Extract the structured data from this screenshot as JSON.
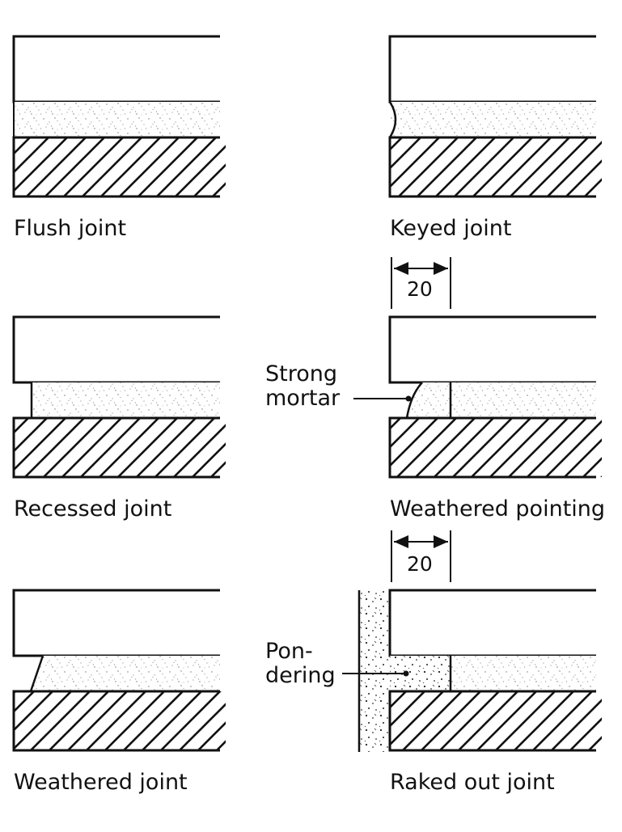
{
  "colors": {
    "ink": "#111111",
    "paper": "#ffffff"
  },
  "panels": {
    "flush": {
      "caption": "Flush joint"
    },
    "keyed": {
      "caption": "Keyed joint"
    },
    "recessed": {
      "caption": "Recessed joint"
    },
    "weathered_pointing": {
      "caption": "Weathered pointing",
      "dimension": "20",
      "note_line1": "Strong",
      "note_line2": "mortar"
    },
    "weathered": {
      "caption": "Weathered joint"
    },
    "raked_out": {
      "caption": "Raked out joint",
      "dimension": "20",
      "note_line1": "Pon-",
      "note_line2": "dering"
    }
  },
  "icons": [
    "hatched-brick",
    "stippled-mortar",
    "dimension-arrow"
  ]
}
